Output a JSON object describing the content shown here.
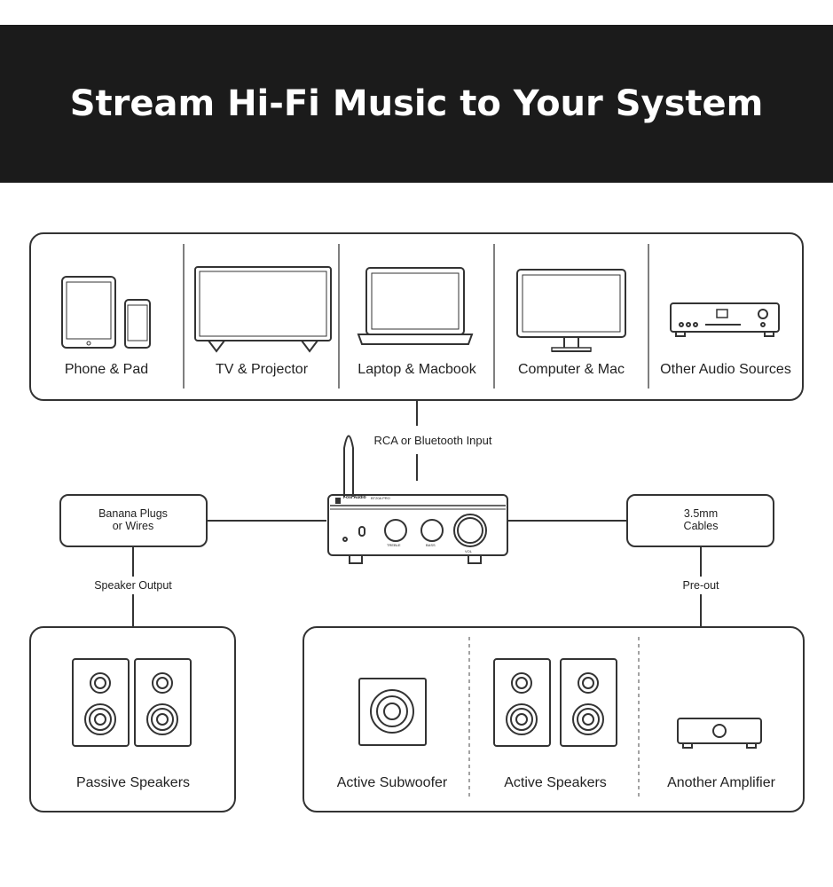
{
  "title": "Stream Hi-Fi Music to Your System",
  "sources": [
    "Phone & Pad",
    "TV & Projector",
    "Laptop & Macbook",
    "Computer & Mac",
    "Other Audio Sources"
  ],
  "input_label": "RCA or Bluetooth Input",
  "amp": {
    "brand": "Fosi Audio",
    "model": "BT20A PRO",
    "knobs": [
      "TREBLE",
      "BASS",
      "VOL"
    ]
  },
  "left_connector": {
    "line1": "Banana Plugs",
    "line2": "or Wires"
  },
  "right_connector": {
    "line1": "3.5mm",
    "line2": "Cables"
  },
  "speaker_output_label": "Speaker Output",
  "preout_label": "Pre-out",
  "outputs": {
    "passive": "Passive Speakers",
    "subwoofer": "Active Subwoofer",
    "active": "Active Speakers",
    "amplifier": "Another Amplifier"
  }
}
